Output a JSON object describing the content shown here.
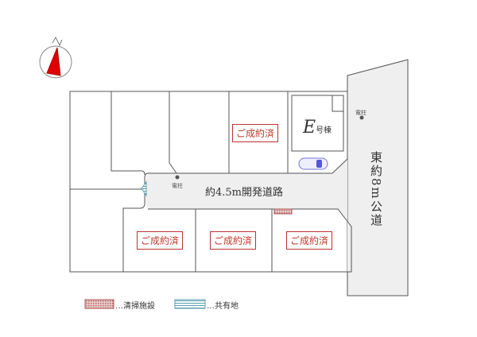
{
  "plan": {
    "road_main": "約4.5m開発道路",
    "road_east": "東約8m公道",
    "utility_pole": "電柱",
    "lot_e": {
      "letter": "E",
      "suffix": "号棟"
    },
    "sold_label": "ご成約済",
    "compass": "N"
  },
  "legend": [
    {
      "label": "…清掃施設"
    },
    {
      "label": "…共有地"
    }
  ],
  "colors": {
    "sold": "#c0392b",
    "road": "#efefef",
    "compass": "#e00000"
  }
}
